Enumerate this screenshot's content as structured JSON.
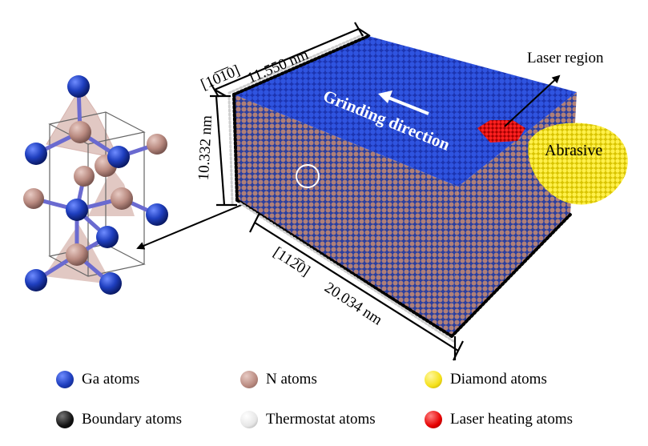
{
  "diagram": {
    "dimensions": {
      "width": "11.550 nm",
      "height": "10.332 nm",
      "length": "20.034 nm"
    },
    "directions": {
      "top": "[10̅1̅0]",
      "bottom": "[112̅0]"
    },
    "labels": {
      "grinding": "Grinding direction",
      "laser_region": "Laser region",
      "abrasive": "Abrasive"
    }
  },
  "legend": [
    {
      "label": "Ga atoms",
      "color": "#1f3fbf"
    },
    {
      "label": "N atoms",
      "color": "#b98a80"
    },
    {
      "label": "Diamond atoms",
      "color": "#f5e11a"
    },
    {
      "label": "Boundary atoms",
      "color": "#000000"
    },
    {
      "label": "Thermostat atoms",
      "color": "#e6e6e6"
    },
    {
      "label": "Laser heating atoms",
      "color": "#e60000"
    }
  ],
  "colors": {
    "ga": "#1f3fbf",
    "n": "#b98a80",
    "diamond": "#f5e11a",
    "boundary": "#000000",
    "thermostat": "#e6e6e6",
    "laser": "#e60000"
  }
}
